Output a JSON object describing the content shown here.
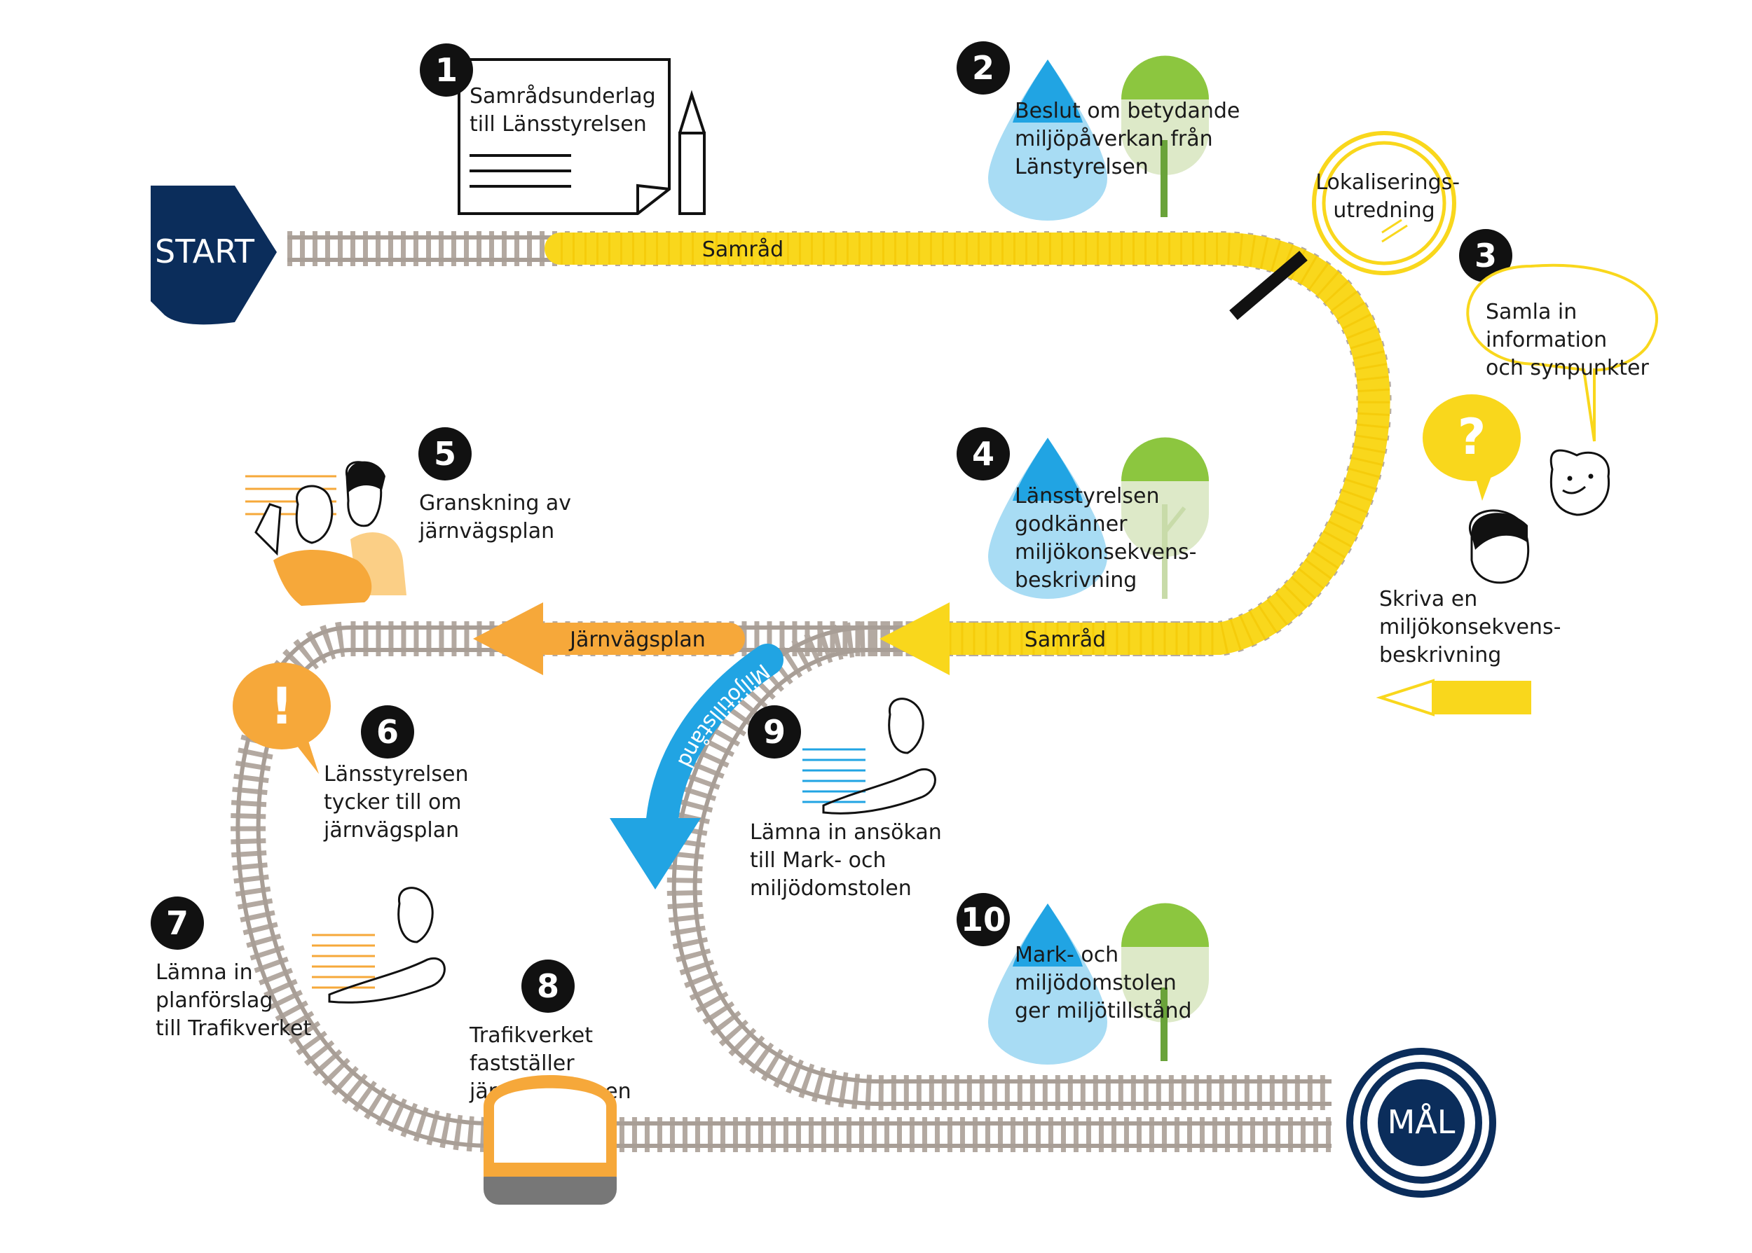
{
  "start_label": "START",
  "goal_label": "MÅL",
  "bands": {
    "samrad_top": "Samråd",
    "samrad_mid": "Samråd",
    "jarnvagsplan": "Järnvägsplan",
    "miljotillstand": "Miljötillstånd"
  },
  "lokalisering": [
    "Lokaliserings-",
    "utredning"
  ],
  "steps": [
    {
      "num": "1",
      "lines": [
        "Samrådsunderlag",
        "till Länsstyrelsen"
      ]
    },
    {
      "num": "2",
      "lines": [
        "Beslut om betydande",
        "miljöpåverkan från",
        "Länstyrelsen"
      ]
    },
    {
      "num": "3",
      "lines": [
        "Samla in",
        "information",
        "och synpunkter"
      ]
    },
    {
      "num": "4",
      "lines": [
        "Länsstyrelsen",
        "godkänner",
        "miljökonsekvens-",
        "beskrivning"
      ]
    },
    {
      "num": "5",
      "lines": [
        "Granskning av",
        "järnvägsplan"
      ]
    },
    {
      "num": "6",
      "lines": [
        "Länsstyrelsen",
        "tycker till om",
        "järnvägsplan"
      ]
    },
    {
      "num": "7",
      "lines": [
        "Lämna in",
        "planförslag",
        "till Trafikverket"
      ]
    },
    {
      "num": "8",
      "lines": [
        "Trafikverket",
        "fastställer",
        "järnvägsplanen"
      ]
    },
    {
      "num": "9",
      "lines": [
        "Lämna in ansökan",
        "till Mark- och",
        "miljödomstolen"
      ]
    },
    {
      "num": "10",
      "lines": [
        "Mark- och",
        "miljödomstolen",
        "ger miljötillstånd"
      ]
    }
  ],
  "step3_extra": [
    "Skriva en",
    "miljökonsekvens-",
    "beskrivning"
  ],
  "colors": {
    "navy": "#0b2d5b",
    "yellow": "#f9d71c",
    "orange": "#f6a83a",
    "blue": "#21a4e3",
    "rail": "#b3a9a1",
    "tree": "#8cc63f",
    "treeLight": "#dde9c8",
    "waterLight": "#a8dcf4"
  }
}
